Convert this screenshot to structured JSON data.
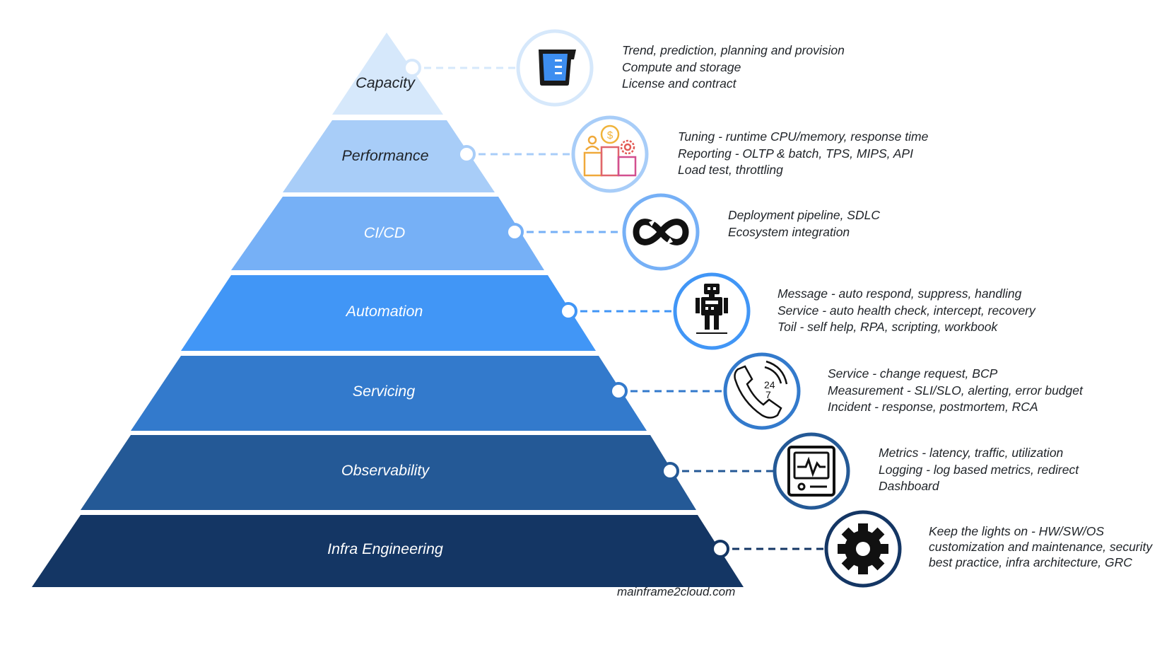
{
  "footer": {
    "credit": "mainframe2cloud.com"
  },
  "colors": {
    "capacity": "#d6e8fb",
    "performance": "#a8cdf8",
    "cicd": "#76b0f6",
    "automation": "#4196f6",
    "servicing": "#337acc",
    "observability": "#245996",
    "infra": "#143664",
    "text_dark": "#1f2328",
    "text_light": "#ffffff"
  },
  "tiers": [
    {
      "id": "capacity",
      "label": "Capacity",
      "icon": "measuring-cup-icon",
      "lines": [
        "Trend, prediction, planning and provision",
        "Compute and storage",
        "License and contract"
      ]
    },
    {
      "id": "performance",
      "label": "Performance",
      "icon": "performance-podium-icon",
      "lines": [
        "Tuning - runtime CPU/memory, response time",
        "Reporting - OLTP & batch, TPS, MIPS, API",
        "Load test, throttling"
      ]
    },
    {
      "id": "cicd",
      "label": "CI/CD",
      "icon": "infinity-loop-icon",
      "lines": [
        "Deployment pipeline, SDLC",
        "Ecosystem integration"
      ]
    },
    {
      "id": "automation",
      "label": "Automation",
      "icon": "robot-icon",
      "lines": [
        "Message - auto respond, suppress, handling",
        "Service - auto health check, intercept, recovery",
        "Toil - self help, RPA, scripting, workbook"
      ]
    },
    {
      "id": "servicing",
      "label": "Servicing",
      "icon": "phone-24-7-icon",
      "lines": [
        "Service - change request, BCP",
        "Measurement - SLI/SLO, alerting, error budget",
        "Incident - response, postmortem, RCA"
      ]
    },
    {
      "id": "observability",
      "label": "Observability",
      "icon": "monitor-heartbeat-icon",
      "lines": [
        "Metrics - latency, traffic, utilization",
        "Logging - log based metrics, redirect",
        "Dashboard"
      ]
    },
    {
      "id": "infra",
      "label": "Infra Engineering",
      "icon": "gear-icon",
      "lines": [
        "Keep the lights on - HW/SW/OS",
        "customization and maintenance, security",
        "best practice, infra architecture, GRC"
      ]
    }
  ]
}
